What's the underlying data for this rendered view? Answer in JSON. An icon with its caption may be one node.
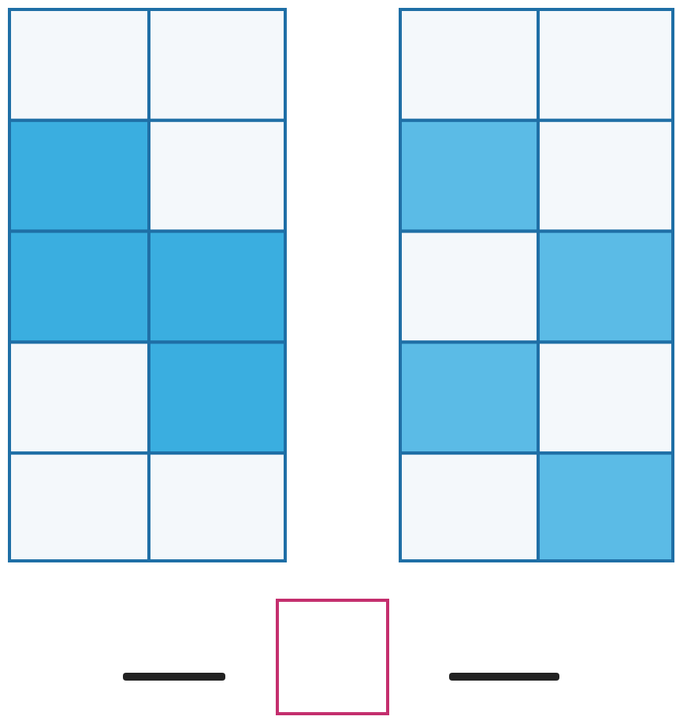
{
  "diagram": {
    "nodes": [
      {
        "text": [],
        "shape": "grid"
      },
      {
        "text": [],
        "shape": "grid"
      },
      {
        "text": [],
        "shape": "line"
      },
      {
        "text": [],
        "shape": "box"
      },
      {
        "text": [],
        "shape": "line"
      }
    ]
  }
}
